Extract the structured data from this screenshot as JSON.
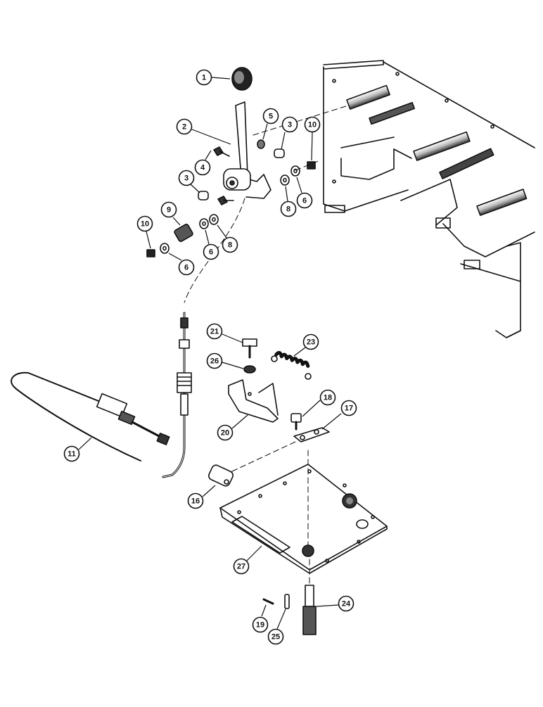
{
  "diagram": {
    "callouts": [
      "1",
      "2",
      "3",
      "3",
      "4",
      "5",
      "6",
      "6",
      "6",
      "8",
      "8",
      "9",
      "10",
      "10",
      "11",
      "16",
      "17",
      "18",
      "19",
      "20",
      "21",
      "23",
      "24",
      "25",
      "26",
      "27"
    ]
  }
}
